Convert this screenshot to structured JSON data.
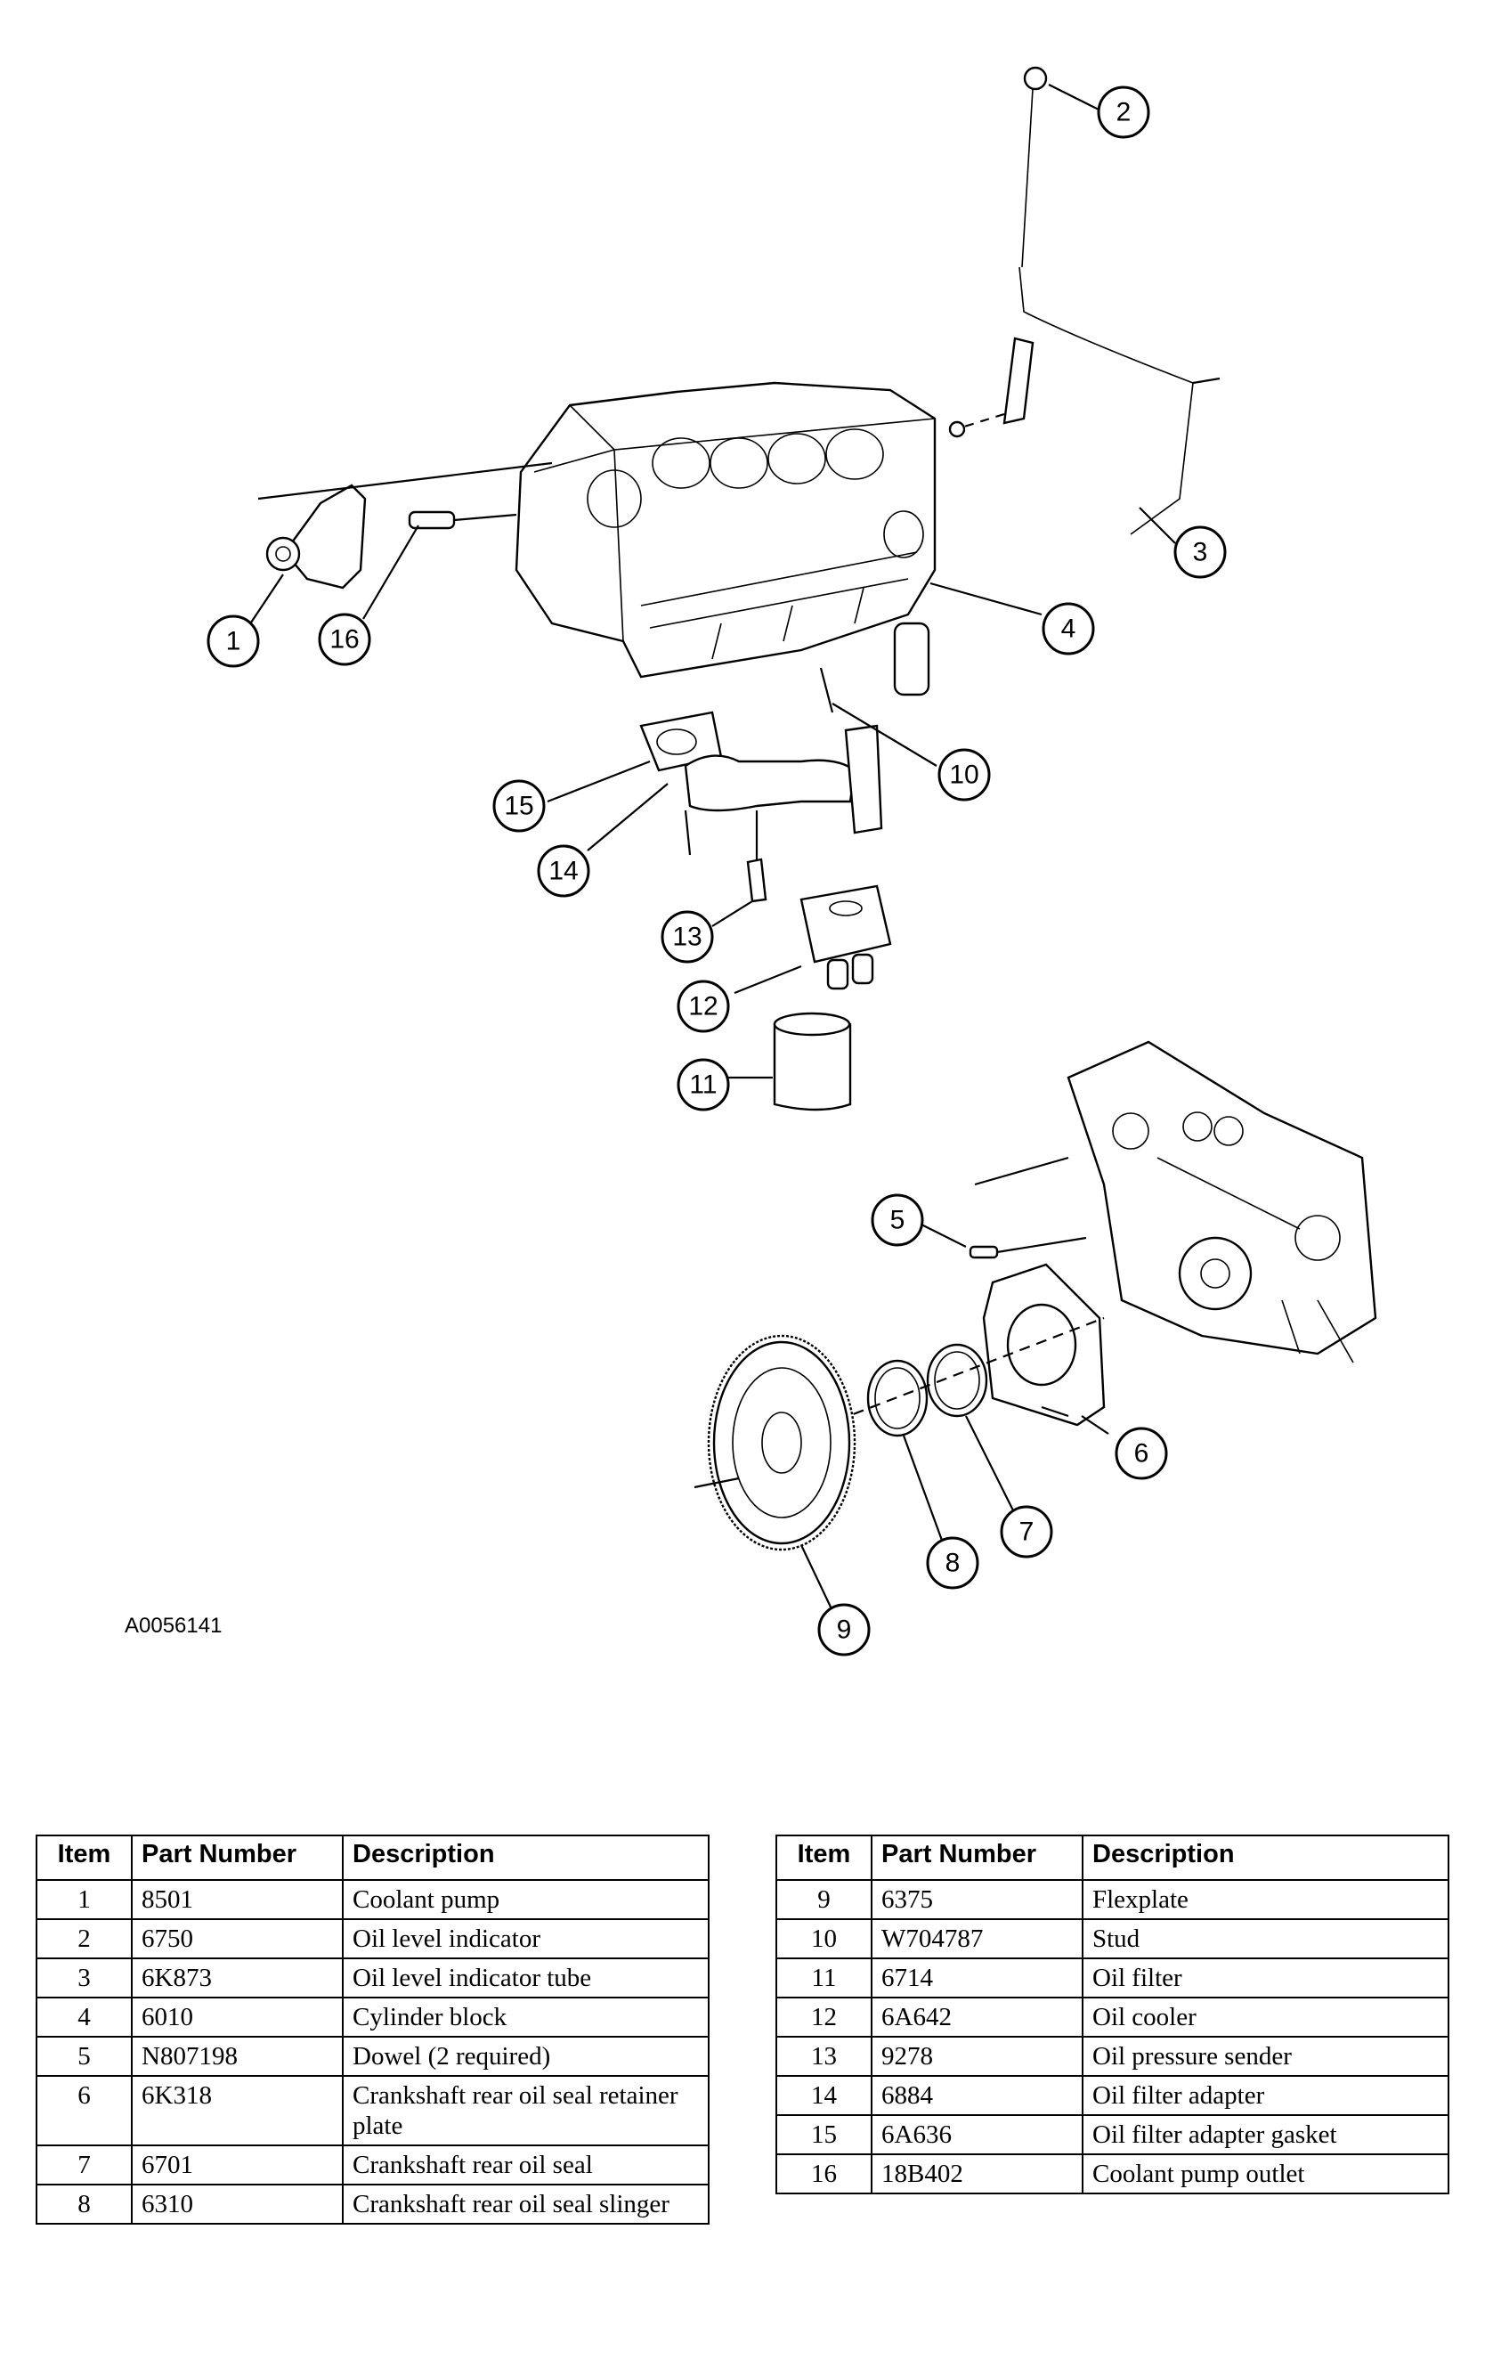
{
  "figure_id": "A0056141",
  "callouts": [
    "1",
    "2",
    "3",
    "4",
    "5",
    "6",
    "7",
    "8",
    "9",
    "10",
    "11",
    "12",
    "13",
    "14",
    "15",
    "16"
  ],
  "table_headers": {
    "item": "Item",
    "part_number": "Part Number",
    "description": "Description"
  },
  "parts_left": [
    {
      "item": "1",
      "part": "8501",
      "desc": "Coolant pump"
    },
    {
      "item": "2",
      "part": "6750",
      "desc": "Oil level indicator"
    },
    {
      "item": "3",
      "part": "6K873",
      "desc": "Oil level indicator tube"
    },
    {
      "item": "4",
      "part": "6010",
      "desc": "Cylinder block"
    },
    {
      "item": "5",
      "part": "N807198",
      "desc": "Dowel (2 required)"
    },
    {
      "item": "6",
      "part": "6K318",
      "desc": "Crankshaft rear oil seal retainer plate"
    },
    {
      "item": "7",
      "part": "6701",
      "desc": "Crankshaft rear oil seal"
    },
    {
      "item": "8",
      "part": "6310",
      "desc": "Crankshaft rear oil seal slinger"
    }
  ],
  "parts_right": [
    {
      "item": "9",
      "part": "6375",
      "desc": "Flexplate"
    },
    {
      "item": "10",
      "part": "W704787",
      "desc": "Stud"
    },
    {
      "item": "11",
      "part": "6714",
      "desc": "Oil filter"
    },
    {
      "item": "12",
      "part": "6A642",
      "desc": "Oil cooler"
    },
    {
      "item": "13",
      "part": "9278",
      "desc": "Oil pressure sender"
    },
    {
      "item": "14",
      "part": "6884",
      "desc": "Oil filter adapter"
    },
    {
      "item": "15",
      "part": "6A636",
      "desc": "Oil filter adapter gasket"
    },
    {
      "item": "16",
      "part": "18B402",
      "desc": "Coolant pump outlet"
    }
  ]
}
